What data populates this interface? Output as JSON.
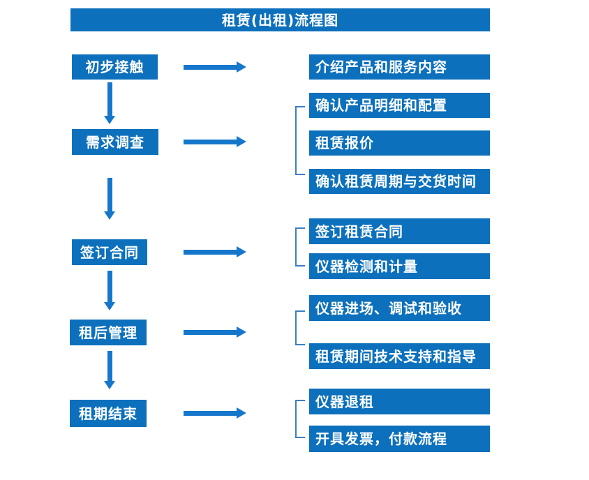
{
  "title": "租赁(出租)流程图",
  "colors": {
    "box_blue": "#0c70bc",
    "arrow_blue": "#1577cb",
    "bracket_blue": "#3c7fc0",
    "text": "#ffffff",
    "background": "#ffffff"
  },
  "steps": [
    {
      "label": "初步接触"
    },
    {
      "label": "需求调查"
    },
    {
      "label": "签订合同"
    },
    {
      "label": "租后管理"
    },
    {
      "label": "租期结束"
    }
  ],
  "details": [
    {
      "step": "初步接触",
      "items": [
        "介绍产品和服务内容"
      ]
    },
    {
      "step": "需求调查",
      "items": [
        "确认产品明细和配置",
        "租赁报价",
        "确认租赁周期与交货时间"
      ]
    },
    {
      "step": "签订合同",
      "items": [
        "签订租赁合同",
        "仪器检测和计量"
      ]
    },
    {
      "step": "租后管理",
      "items": [
        "仪器进场、调试和验收",
        "租赁期间技术支持和指导"
      ]
    },
    {
      "step": "租期结束",
      "items": [
        "仪器退租",
        "开具发票，付款流程"
      ]
    }
  ]
}
